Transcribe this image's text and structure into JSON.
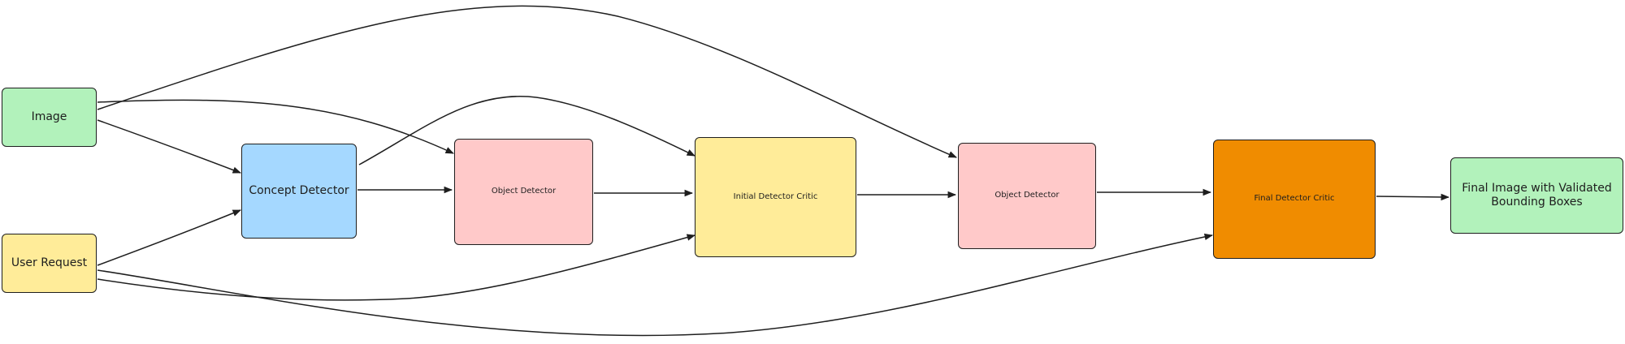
{
  "nodes": {
    "image": {
      "label": "Image",
      "color": "#b2f2bb"
    },
    "user_request": {
      "label": "User Request",
      "color": "#ffec99"
    },
    "concept_detector": {
      "label": "Concept Detector",
      "color": "#a5d8ff"
    },
    "object_detector_1": {
      "label": "Object Detector",
      "color": "#ffc9c9"
    },
    "initial_detector_critic": {
      "label": "Initial Detector Critic",
      "color": "#ffec99"
    },
    "object_detector_2": {
      "label": "Object Detector",
      "color": "#ffc9c9"
    },
    "final_detector_critic": {
      "label": "Final Detector Critic",
      "color": "#f08c00"
    },
    "final_image": {
      "label": "Final Image with Validated Bounding Boxes",
      "color": "#b2f2bb"
    }
  },
  "edges": [
    {
      "from": "image",
      "to": "concept_detector"
    },
    {
      "from": "image",
      "to": "object_detector_1"
    },
    {
      "from": "image",
      "to": "object_detector_2"
    },
    {
      "from": "user_request",
      "to": "concept_detector"
    },
    {
      "from": "user_request",
      "to": "initial_detector_critic"
    },
    {
      "from": "user_request",
      "to": "final_detector_critic"
    },
    {
      "from": "concept_detector",
      "to": "object_detector_1"
    },
    {
      "from": "concept_detector",
      "to": "initial_detector_critic"
    },
    {
      "from": "object_detector_1",
      "to": "initial_detector_critic"
    },
    {
      "from": "initial_detector_critic",
      "to": "object_detector_2"
    },
    {
      "from": "object_detector_2",
      "to": "final_detector_critic"
    },
    {
      "from": "final_detector_critic",
      "to": "final_image"
    }
  ]
}
